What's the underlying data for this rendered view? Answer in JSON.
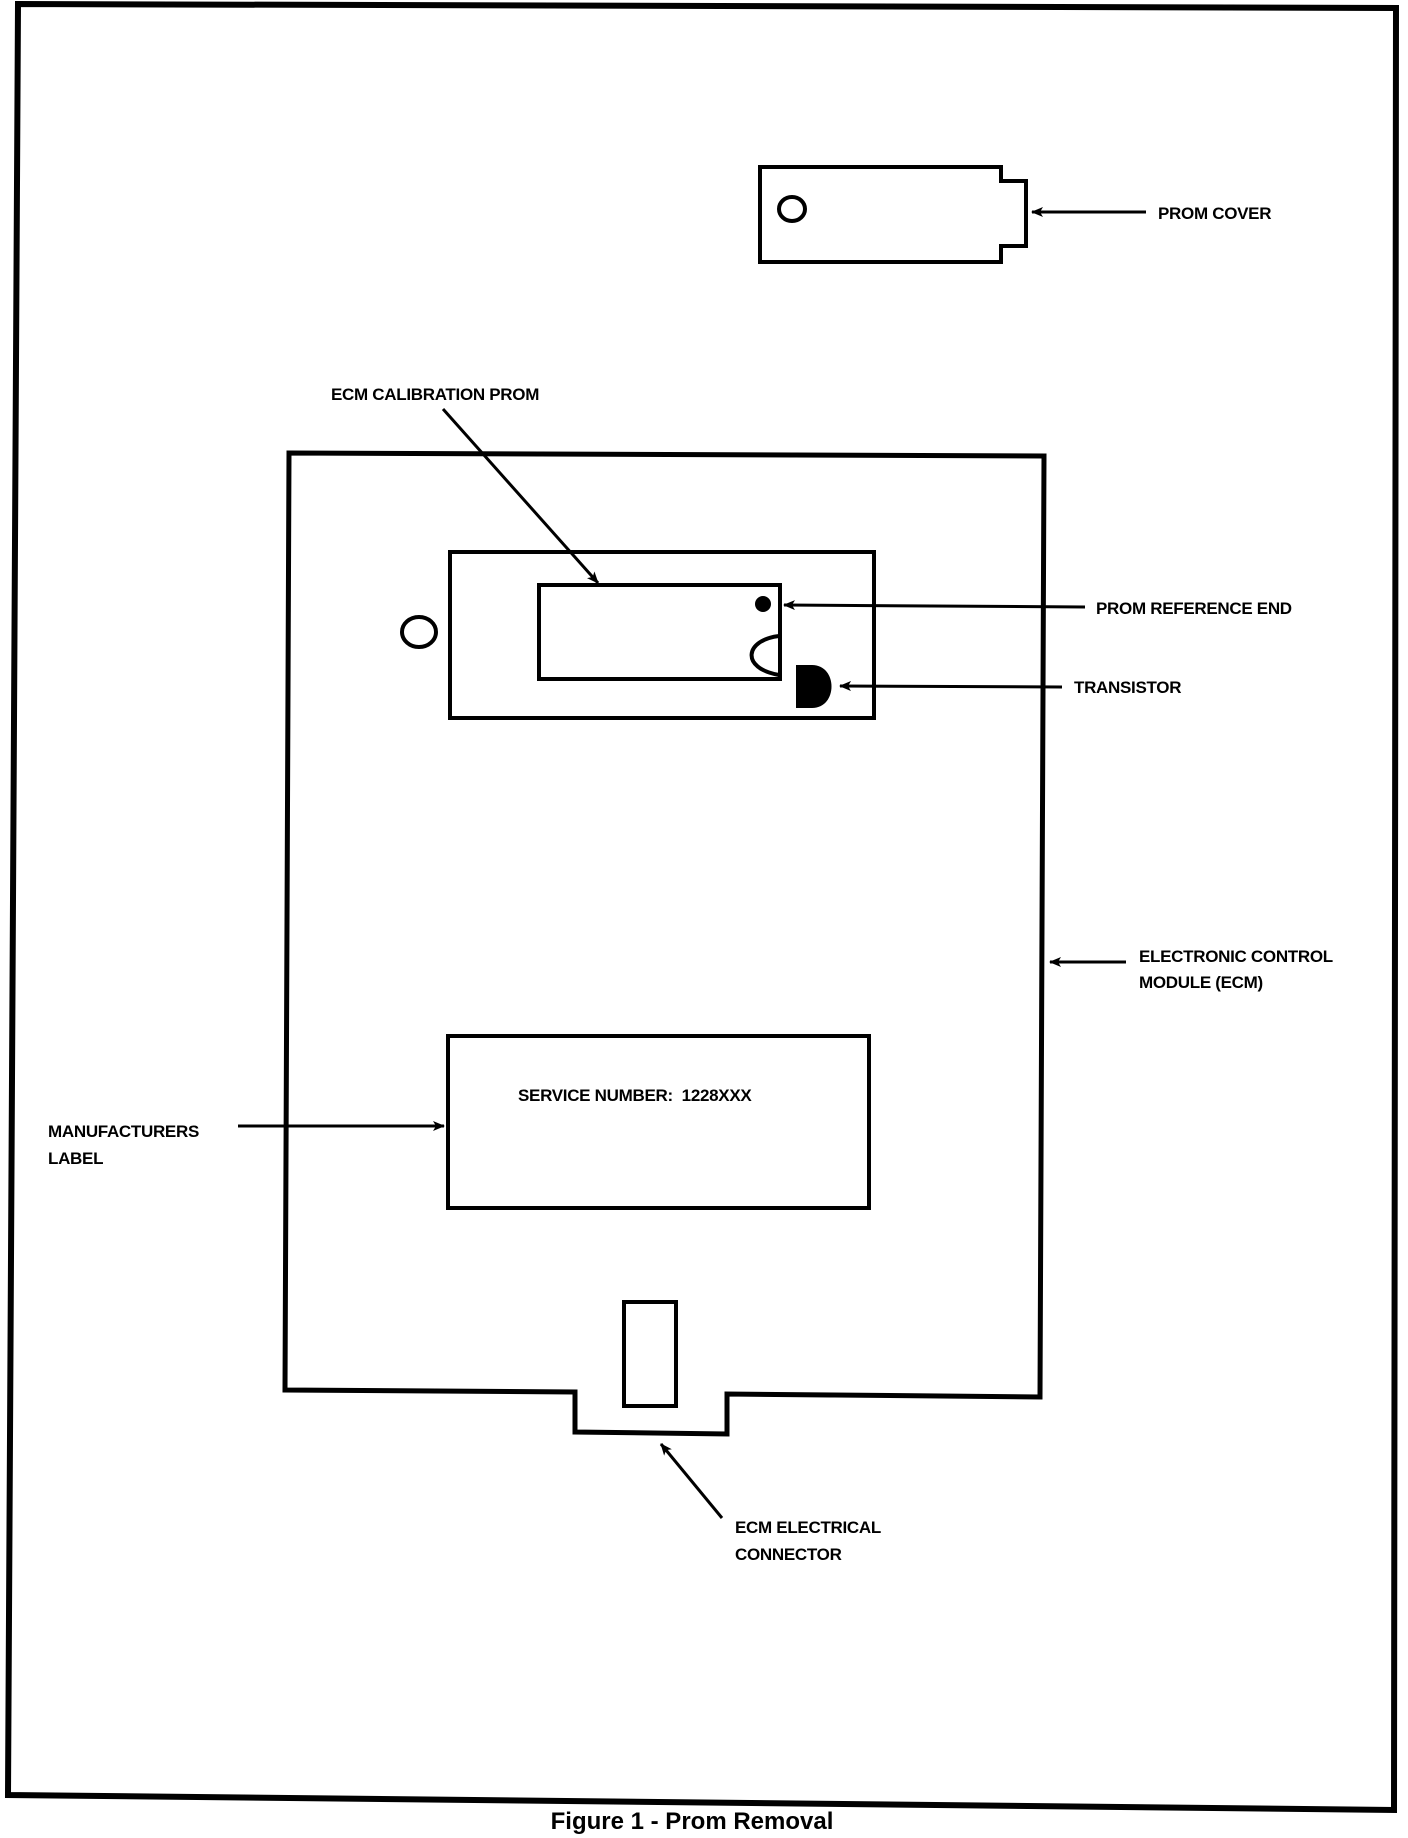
{
  "figure": {
    "caption": "Figure 1 - Prom Removal",
    "ink_color": "#000000",
    "paper_color": "#ffffff"
  },
  "labels": {
    "prom_cover": "PROM COVER",
    "ecm_calibration_prom": "ECM CALIBRATION PROM",
    "prom_reference_end": "PROM REFERENCE END",
    "transistor": "TRANSISTOR",
    "ecm_line1": "ELECTRONIC CONTROL",
    "ecm_line2": "MODULE (ECM)",
    "manufacturers_line1": "MANUFACTURERS",
    "manufacturers_line2": "LABEL",
    "service_number": "SERVICE NUMBER:  1228XXX",
    "connector_line1": "ECM ELECTRICAL",
    "connector_line2": "CONNECTOR"
  }
}
